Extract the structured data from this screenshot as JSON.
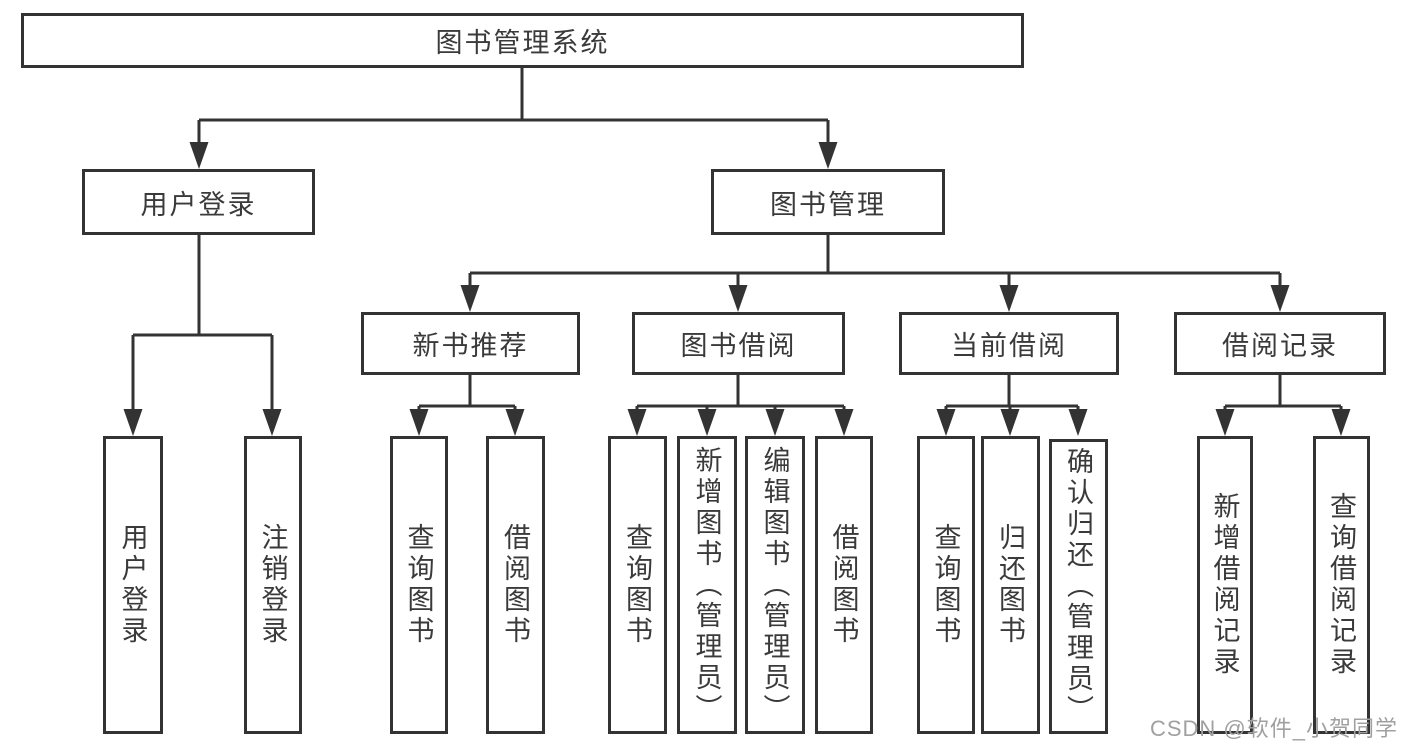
{
  "diagram": {
    "title": "图书管理系统",
    "watermark": "CSDN @软件_小贺同学",
    "colors": {
      "line": "#333333",
      "text": "#3a3a3a",
      "background": "#ffffff",
      "watermark": "#a0a0a0"
    },
    "root": {
      "label": "图书管理系统"
    },
    "branches": [
      {
        "label": "用户登录",
        "leaves": [
          "用户登录",
          "注销登录"
        ]
      },
      {
        "label": "图书管理",
        "groups": [
          {
            "label": "新书推荐",
            "leaves": [
              "查询图书",
              "借阅图书"
            ]
          },
          {
            "label": "图书借阅",
            "leaves": [
              "查询图书",
              "新增图书（管理员）",
              "编辑图书（管理员）",
              "借阅图书"
            ]
          },
          {
            "label": "当前借阅",
            "leaves": [
              "查询图书",
              "归还图书",
              "确认归还（管理员）"
            ]
          },
          {
            "label": "借阅记录",
            "leaves": [
              "新增借阅记录",
              "查询借阅记录"
            ]
          }
        ]
      }
    ]
  }
}
